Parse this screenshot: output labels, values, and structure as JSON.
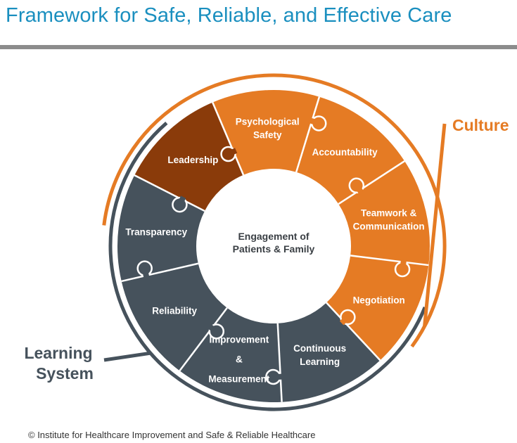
{
  "header": {
    "title": "Framework for Safe, Reliable, and Effective Care"
  },
  "colors": {
    "title": "#1a8fbf",
    "orange": "#e57b24",
    "dark_orange": "#8a3b0a",
    "slate": "#46525c",
    "rule": "#8c8c8c"
  },
  "diagram": {
    "center": {
      "line1": "Engagement of",
      "line2": "Patients & Family"
    },
    "outer_labels": {
      "culture": "Culture",
      "learning_line1": "Learning",
      "learning_line2": "System"
    },
    "segments": [
      {
        "id": "psychological-safety",
        "lines": [
          "Psychological",
          "Safety"
        ],
        "group": "culture"
      },
      {
        "id": "accountability",
        "lines": [
          "Accountability"
        ],
        "group": "culture"
      },
      {
        "id": "teamwork-communication",
        "lines": [
          "Teamwork &",
          "Communication"
        ],
        "group": "culture"
      },
      {
        "id": "negotiation",
        "lines": [
          "Negotiation"
        ],
        "group": "culture"
      },
      {
        "id": "continuous-learning",
        "lines": [
          "Continuous",
          "Learning"
        ],
        "group": "learning"
      },
      {
        "id": "improvement-measurement",
        "lines": [
          "Improvement",
          "&",
          "Measurement"
        ],
        "group": "learning"
      },
      {
        "id": "reliability",
        "lines": [
          "Reliability"
        ],
        "group": "learning"
      },
      {
        "id": "transparency",
        "lines": [
          "Transparency"
        ],
        "group": "learning"
      },
      {
        "id": "leadership",
        "lines": [
          "Leadership"
        ],
        "group": "leadership"
      }
    ]
  },
  "footer": {
    "copyright": "© Institute for Healthcare Improvement and Safe & Reliable Healthcare"
  }
}
